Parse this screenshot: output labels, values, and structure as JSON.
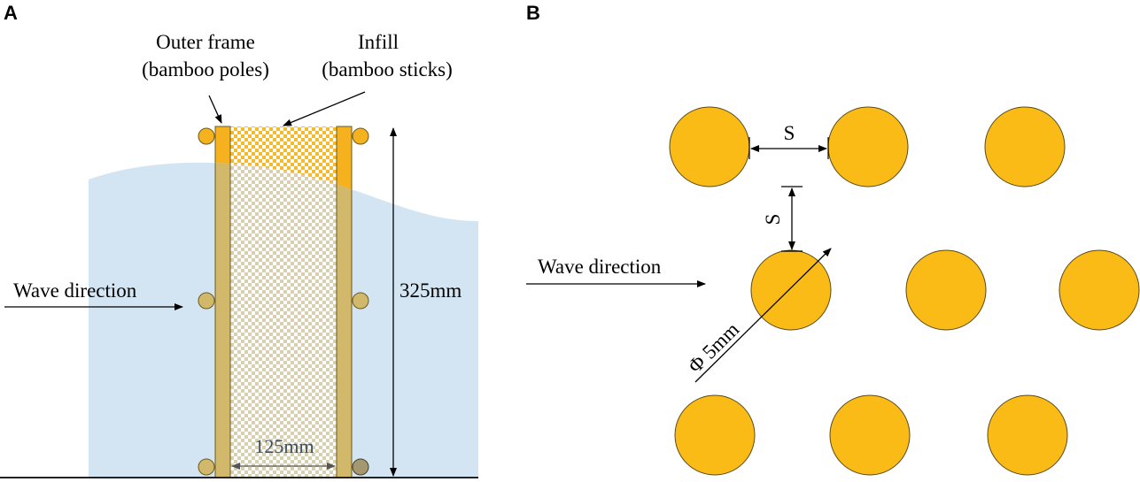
{
  "panels": {
    "a": {
      "letter": "A",
      "outer_frame_line1": "Outer frame",
      "outer_frame_line2": "(bamboo poles)",
      "infill_line1": "Infill",
      "infill_line2": "(bamboo sticks)",
      "wave_direction": "Wave direction",
      "height_label": "325mm",
      "width_label": "125mm"
    },
    "b": {
      "letter": "B",
      "wave_direction": "Wave direction",
      "spacing_h": "S",
      "spacing_v": "S",
      "diameter": "Φ 5mm"
    }
  },
  "colors": {
    "water": "#d3e5f2",
    "pole": "#d2b86a",
    "pole_dry": "#f5b21e",
    "infill_checker": "#f7b928",
    "stick": "#fbbb16",
    "outline": "#5a4a1a"
  }
}
